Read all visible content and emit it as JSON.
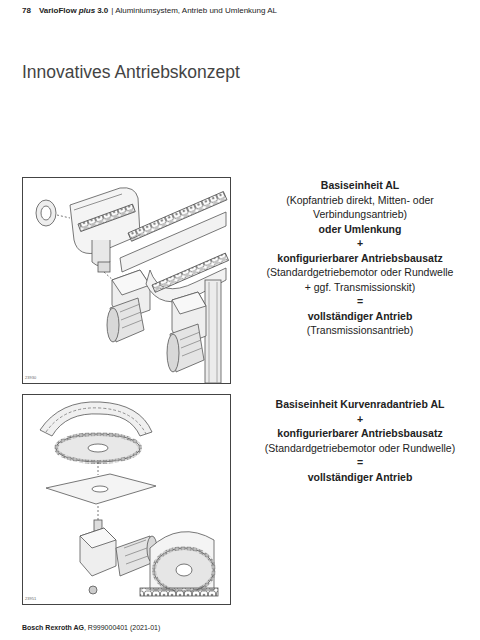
{
  "diagram": {
    "title": "Innovatives Antriebskonzept",
    "labels": [
      "78",
      "VarioFlow",
      "plus",
      "3.0",
      "| Aluminiumsystem, Antrieb und Umlenkung AL",
      "23930",
      "23951",
      "Basiseinheit AL",
      "(Kopfantrieb direkt, Mitten- oder Verbindungsantrieb)",
      "oder Umlenkung",
      "+",
      "konfigurierbarer Antriebsbausatz",
      "(Standardgetriebemotor oder Rundwelle + ggf. Transmissionskit)",
      "=",
      "vollständiger Antrieb",
      "(Transmissionsantrieb)",
      "Basiseinheit Kurvenradantrieb AL",
      "+",
      "konfigurierbarer Antriebsbausatz",
      "(Standardgetriebemotor oder Rundwelle)",
      "=",
      "vollständiger Antrieb",
      "Bosch Rexroth AG",
      ", R999000401 (2021-01)"
    ]
  }
}
